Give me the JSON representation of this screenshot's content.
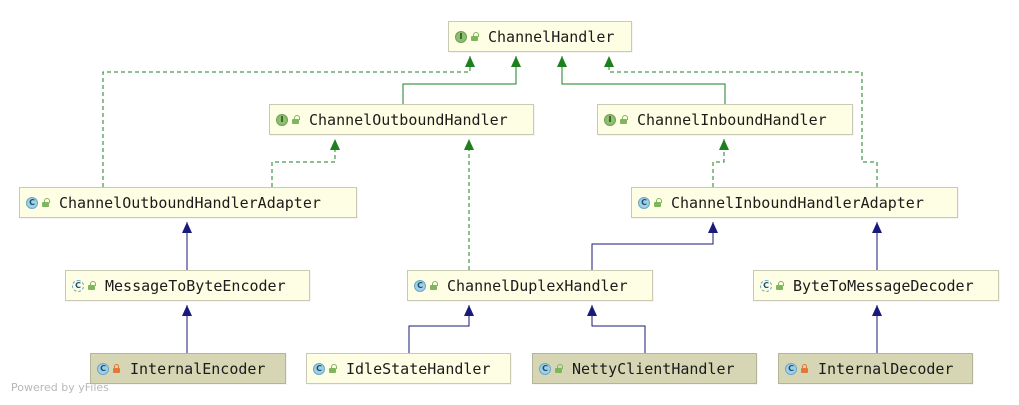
{
  "diagram": {
    "colors": {
      "implements": "#1d7f1d",
      "extends": "#1a1a7a"
    },
    "nodes": {
      "channel_handler": {
        "label": "ChannelHandler",
        "kind": "interface",
        "visibility": "public"
      },
      "channel_outbound_handler": {
        "label": "ChannelOutboundHandler",
        "kind": "interface",
        "visibility": "public"
      },
      "channel_inbound_handler": {
        "label": "ChannelInboundHandler",
        "kind": "interface",
        "visibility": "public"
      },
      "channel_outbound_handler_adapter": {
        "label": "ChannelOutboundHandlerAdapter",
        "kind": "class",
        "visibility": "public"
      },
      "channel_inbound_handler_adapter": {
        "label": "ChannelInboundHandlerAdapter",
        "kind": "class",
        "visibility": "public"
      },
      "message_to_byte_encoder": {
        "label": "MessageToByteEncoder",
        "kind": "abstract",
        "visibility": "public"
      },
      "channel_duplex_handler": {
        "label": "ChannelDuplexHandler",
        "kind": "class",
        "visibility": "public"
      },
      "byte_to_message_decoder": {
        "label": "ByteToMessageDecoder",
        "kind": "abstract",
        "visibility": "public"
      },
      "internal_encoder": {
        "label": "InternalEncoder",
        "kind": "class",
        "visibility": "private"
      },
      "idle_state_handler": {
        "label": "IdleStateHandler",
        "kind": "class",
        "visibility": "public"
      },
      "netty_client_handler": {
        "label": "NettyClientHandler",
        "kind": "class",
        "visibility": "public"
      },
      "internal_decoder": {
        "label": "InternalDecoder",
        "kind": "class",
        "visibility": "private"
      }
    },
    "edges": [
      {
        "from": "channel_outbound_handler",
        "to": "channel_handler",
        "type": "extends-interface"
      },
      {
        "from": "channel_inbound_handler",
        "to": "channel_handler",
        "type": "extends-interface"
      },
      {
        "from": "channel_outbound_handler_adapter",
        "to": "channel_handler",
        "type": "implements"
      },
      {
        "from": "channel_inbound_handler_adapter",
        "to": "channel_handler",
        "type": "implements"
      },
      {
        "from": "channel_outbound_handler_adapter",
        "to": "channel_outbound_handler",
        "type": "implements"
      },
      {
        "from": "channel_inbound_handler_adapter",
        "to": "channel_inbound_handler",
        "type": "implements"
      },
      {
        "from": "channel_duplex_handler",
        "to": "channel_outbound_handler",
        "type": "implements"
      },
      {
        "from": "channel_duplex_handler",
        "to": "channel_inbound_handler_adapter",
        "type": "extends"
      },
      {
        "from": "message_to_byte_encoder",
        "to": "channel_outbound_handler_adapter",
        "type": "extends"
      },
      {
        "from": "byte_to_message_decoder",
        "to": "channel_inbound_handler_adapter",
        "type": "extends"
      },
      {
        "from": "internal_encoder",
        "to": "message_to_byte_encoder",
        "type": "extends"
      },
      {
        "from": "idle_state_handler",
        "to": "channel_duplex_handler",
        "type": "extends"
      },
      {
        "from": "netty_client_handler",
        "to": "channel_duplex_handler",
        "type": "extends"
      },
      {
        "from": "internal_decoder",
        "to": "byte_to_message_decoder",
        "type": "extends"
      }
    ]
  },
  "watermark": "Powered by yFiles"
}
